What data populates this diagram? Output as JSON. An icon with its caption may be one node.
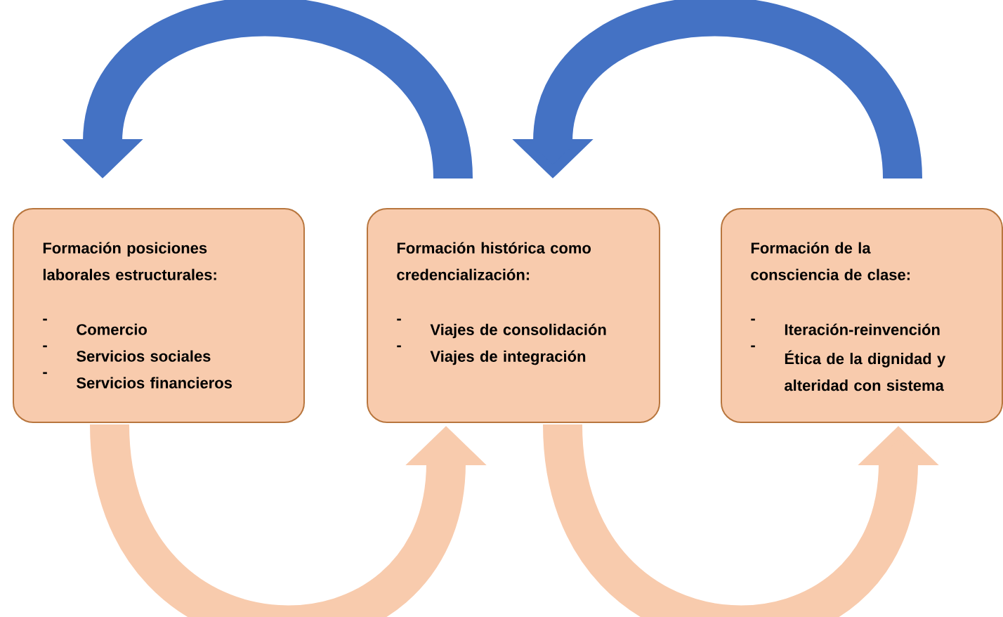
{
  "diagram": {
    "nodes": [
      {
        "text": [
          "Formación posiciones laborales estructurales:",
          "Comercio",
          "Servicios sociales",
          "Servicios financieros"
        ]
      },
      {
        "text": [
          "Formación histórica como credencialización:",
          "Viajes de consolidación",
          "Viajes de integración"
        ]
      },
      {
        "text": [
          "Formación de la consciencia de clase:",
          "Iteración-reinvención",
          "Ética de la dignidad y alteridad con sistema"
        ]
      }
    ],
    "edges": [
      {
        "from": 1,
        "to": 0,
        "arrow": "to",
        "color": "#4472c4"
      },
      {
        "from": 2,
        "to": 1,
        "arrow": "to",
        "color": "#4472c4"
      },
      {
        "from": 0,
        "to": 1,
        "arrow": "to",
        "color": "#f8cbad"
      },
      {
        "from": 1,
        "to": 2,
        "arrow": "to",
        "color": "#f8cbad"
      }
    ],
    "labels": [
      "-",
      "-",
      "-",
      "-",
      "-",
      "-",
      "-"
    ]
  }
}
